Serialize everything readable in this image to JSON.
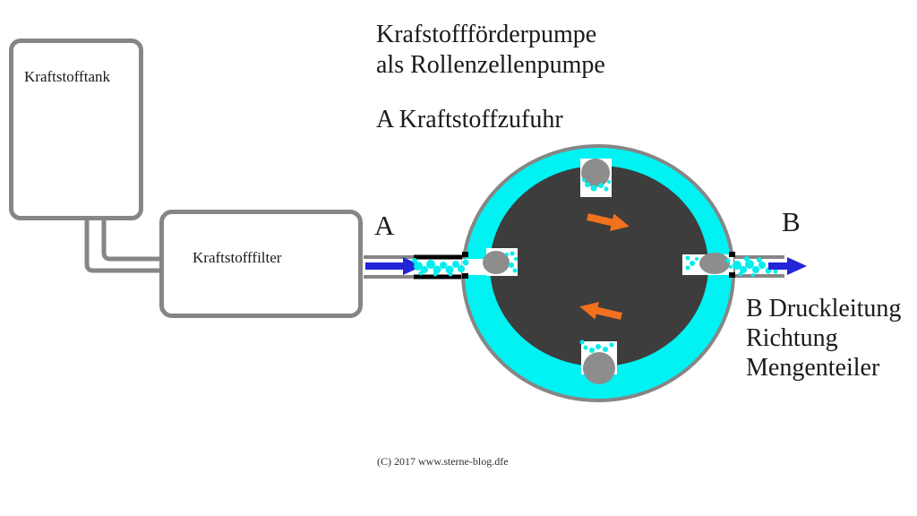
{
  "colors": {
    "background": "#ffffff",
    "pipe_gray": "#868686",
    "ring_cyan": "#00f2f2",
    "rotor_dark": "#3d3d3d",
    "roller_gray": "#8d8d8d",
    "droplet_cyan": "#00eeee",
    "arrow_orange": "#f1711d",
    "flow_blue": "#2424d8",
    "tick_black": "#000000",
    "text_color": "#1a1a1a"
  },
  "title": {
    "line1": "Krafstoffförderpumpe",
    "line2": "als Rollenzellenpumpe"
  },
  "inlet_heading": "A Kraftstoffzufuhr",
  "tank": {
    "label": "Kraftstofftank"
  },
  "filter": {
    "label": "Kraftstofffilter"
  },
  "pump": {
    "inlet_port": "A",
    "outlet_port": "B"
  },
  "outlet_note": {
    "line1": "B Druckleitung",
    "line2": "Richtung",
    "line3": "Mengenteiler"
  },
  "footer": {
    "copyright": "(C) 2017 www.sterne-blog.dfe"
  }
}
